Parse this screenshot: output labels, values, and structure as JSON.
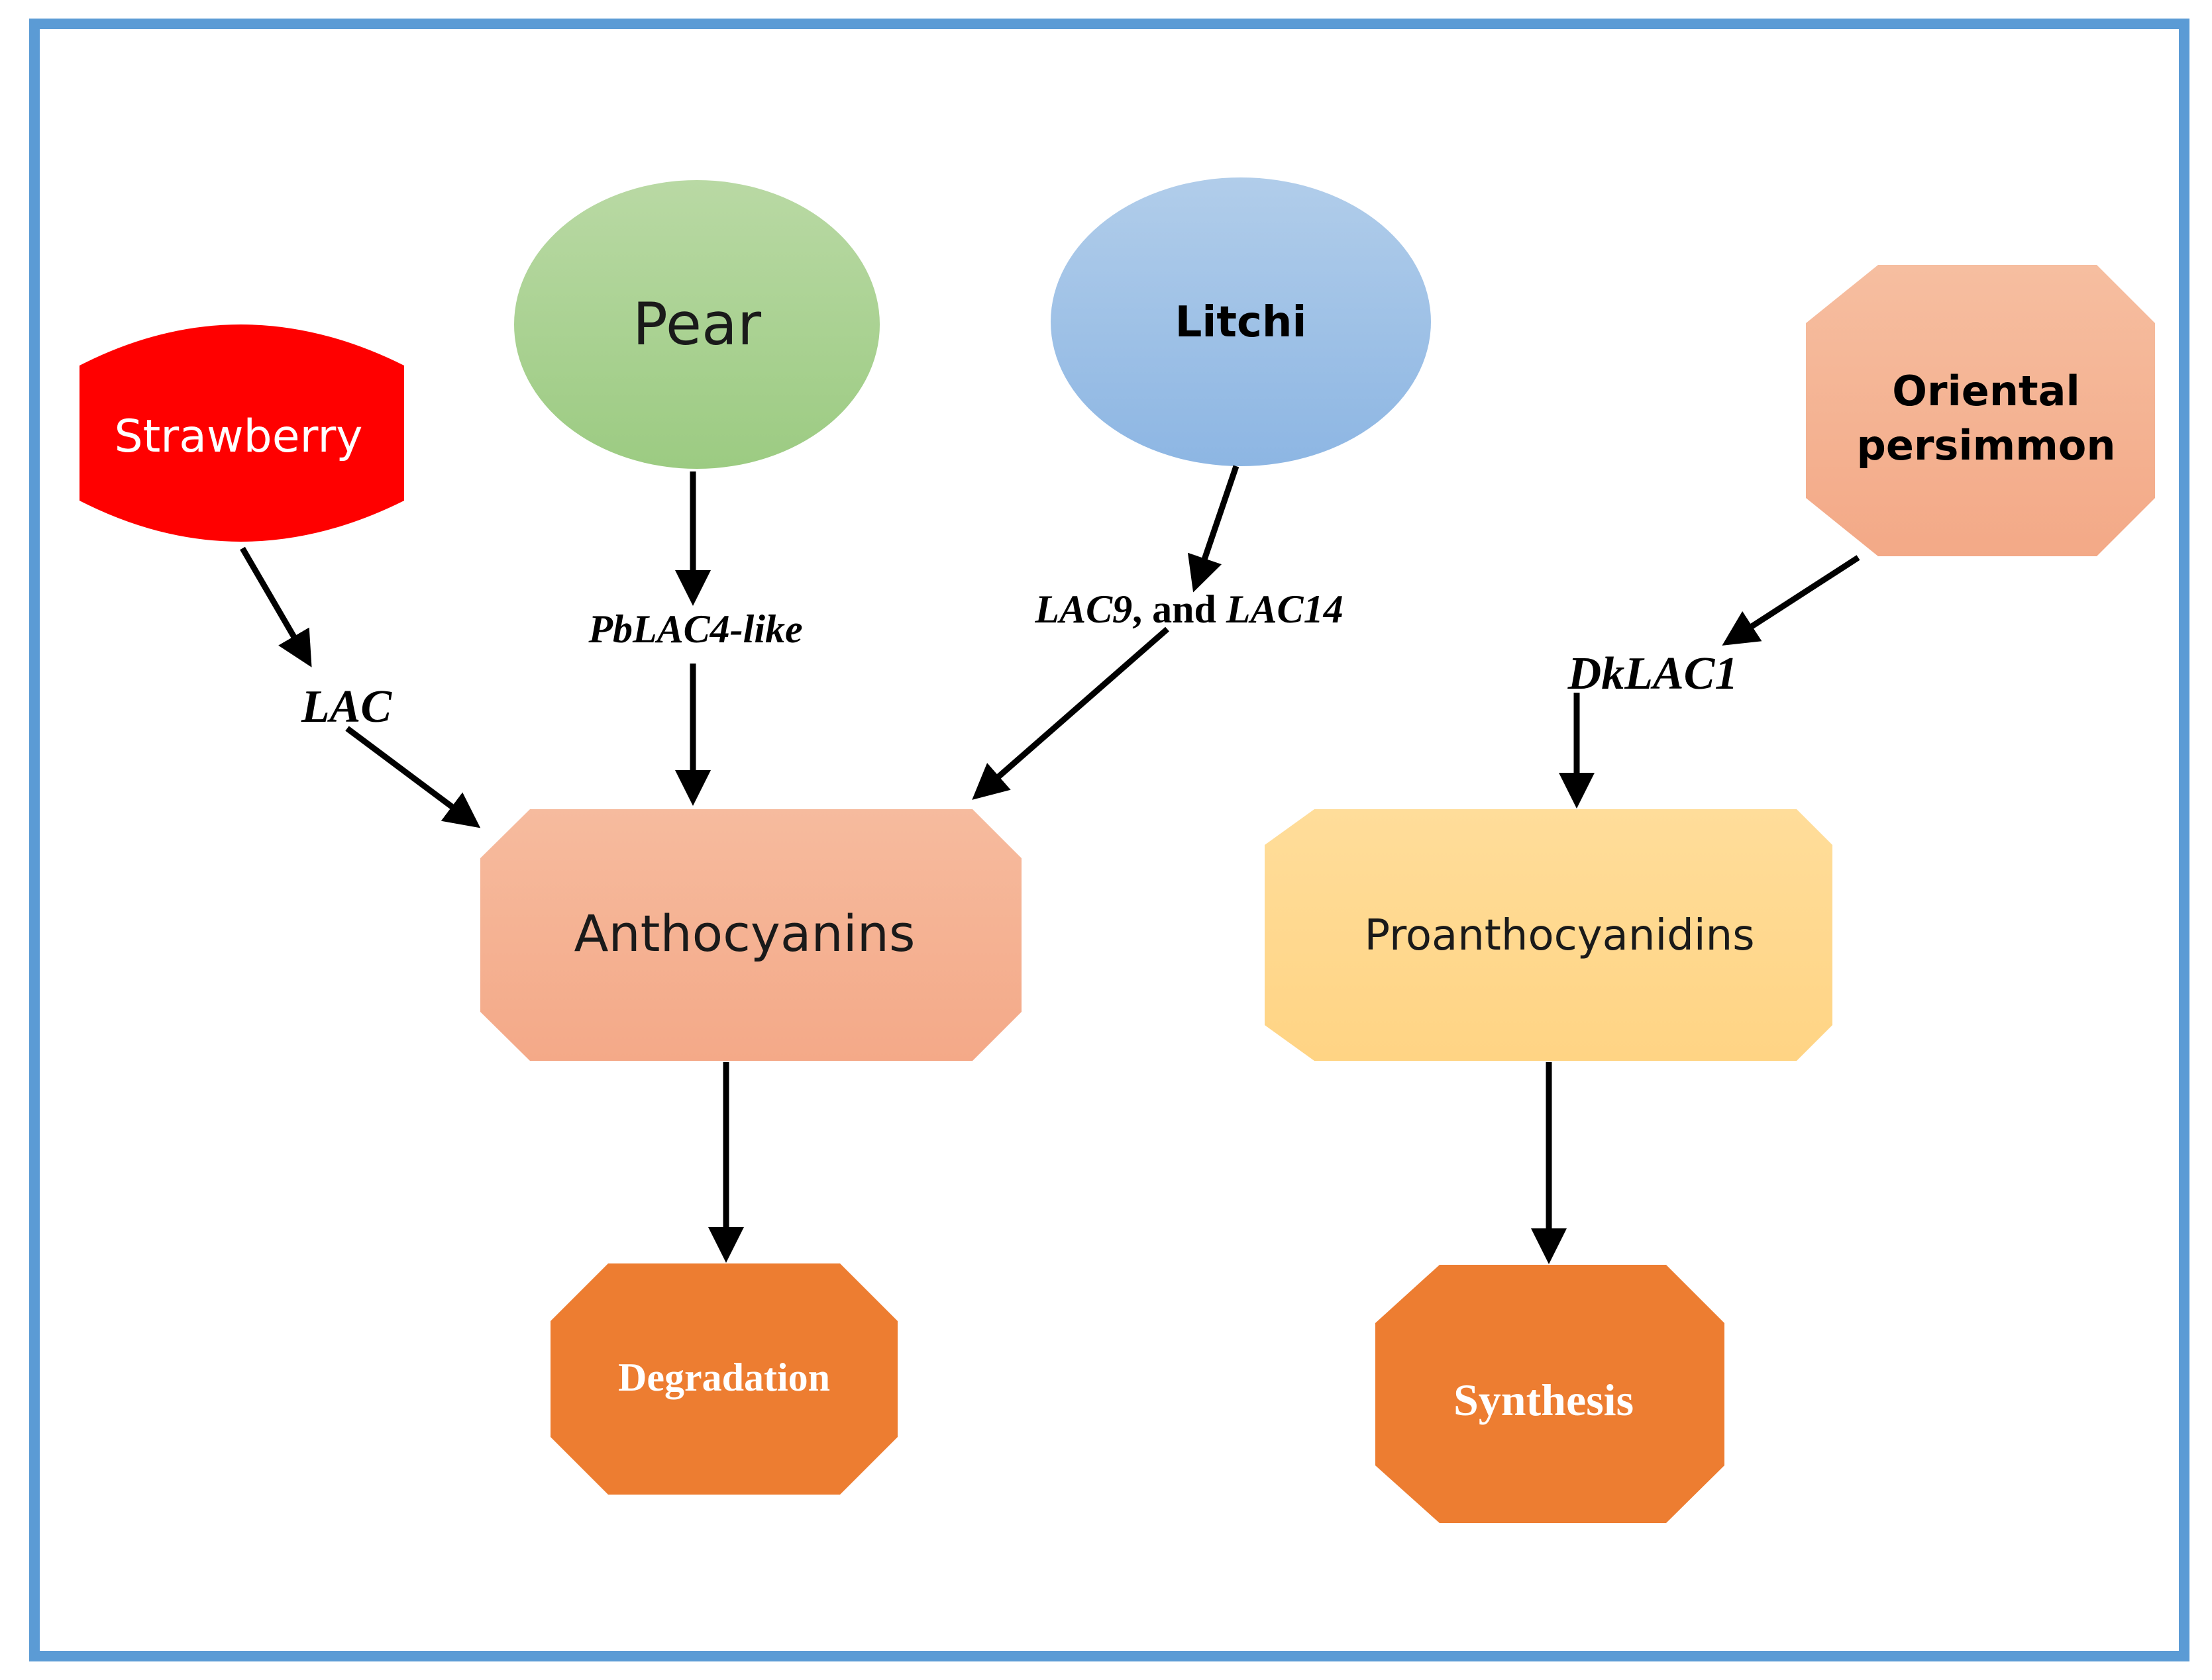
{
  "colors": {
    "frame": "#5B9BD5",
    "arrow": "#000000",
    "strawberry": "#FF0000",
    "pear": "#A9D18E",
    "litchi": "#9DC3E6",
    "persimmon": "#F4B183",
    "anthocyanins": "#F4B183",
    "proanthocyanidins": "#FFD98E",
    "outcome": "#ED7D31"
  },
  "sources": {
    "strawberry": "Strawberry",
    "pear": "Pear",
    "litchi": "Litchi",
    "persimmon_line1": "Oriental",
    "persimmon_line2": "persimmon"
  },
  "genes": {
    "lac": "LAC",
    "pblac": "PbLAC4-like",
    "lac9_part1": "LAC9",
    "lac9_part2": ", and ",
    "lac9_part3": "LAC14",
    "dklac": "DkLAC1"
  },
  "compounds": {
    "anthocyanins": "Anthocyanins",
    "proanthocyanidins": "Proanthocyanidins"
  },
  "outcomes": {
    "degradation": "Degradation",
    "synthesis": "Synthesis"
  }
}
